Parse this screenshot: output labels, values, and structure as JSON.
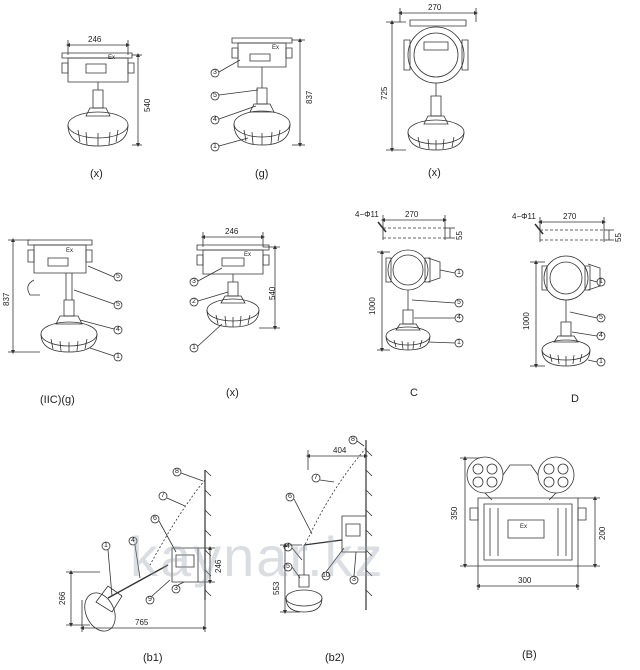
{
  "views": [
    {
      "id": "v1",
      "caption": "(x)",
      "dims": {
        "width": "246",
        "height": "540"
      },
      "ex": "Ex"
    },
    {
      "id": "v2",
      "caption": "(g)",
      "dims": {
        "height": "837"
      },
      "ex": "Ex",
      "callouts": [
        "3",
        "5",
        "4",
        "1"
      ]
    },
    {
      "id": "v3",
      "caption": "(x)",
      "dims": {
        "width": "270",
        "height": "725"
      }
    },
    {
      "id": "v4",
      "caption": "(IIC)(g)",
      "dims": {
        "height": "837"
      },
      "ex": "Ex",
      "callouts": [
        "5",
        "5",
        "4",
        "1"
      ]
    },
    {
      "id": "v5",
      "caption": "(x)",
      "dims": {
        "width": "246",
        "height": "540"
      },
      "ex": "Ex",
      "callouts": [
        "3",
        "2",
        "1"
      ]
    },
    {
      "id": "v6",
      "caption": "C",
      "dims": {
        "hole": "4−Φ11",
        "width": "270",
        "flange": "55",
        "height": "1000"
      },
      "callouts": [
        "1",
        "5",
        "4",
        "1"
      ]
    },
    {
      "id": "v7",
      "caption": "D",
      "dims": {
        "hole": "4−Φ11",
        "width": "270",
        "flange": "55",
        "height": "1000"
      },
      "callouts": [
        "1",
        "5",
        "4",
        "1"
      ]
    },
    {
      "id": "v8",
      "caption": "(b1)",
      "dims": {
        "width": "765",
        "height": "266",
        "box": "246"
      },
      "callouts": [
        "8",
        "7",
        "6",
        "1",
        "4",
        "9",
        "3"
      ]
    },
    {
      "id": "v9",
      "caption": "(b2)",
      "dims": {
        "width": "404",
        "height": "553"
      },
      "callouts": [
        "8",
        "7",
        "6",
        "4",
        "5",
        "10",
        "3"
      ]
    },
    {
      "id": "v10",
      "caption": "(B)",
      "dims": {
        "height": "350",
        "box": "200",
        "width": "300"
      },
      "ex": "Ex"
    }
  ],
  "watermark": "kaynar.kz"
}
